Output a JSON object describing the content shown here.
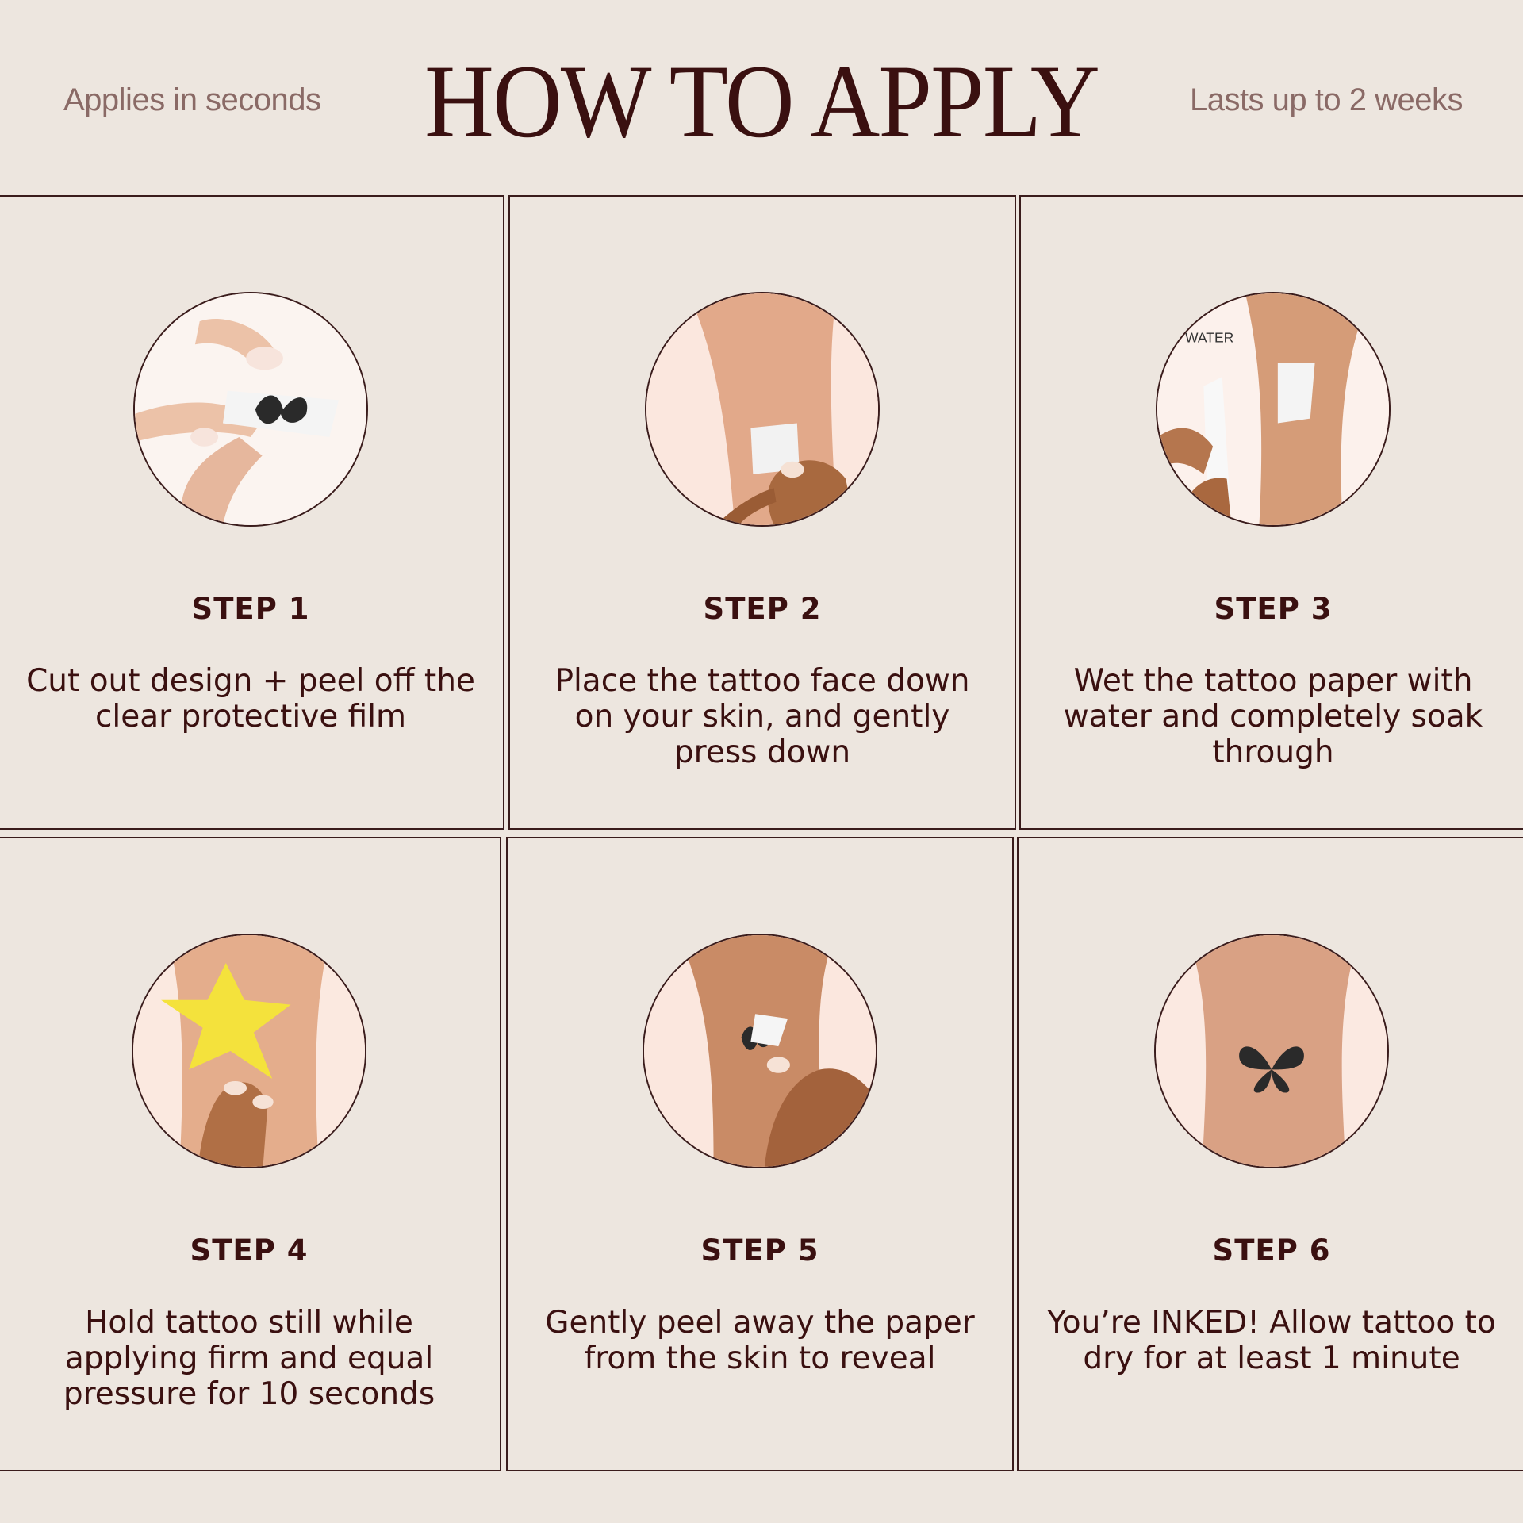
{
  "header": {
    "title": "HOW TO APPLY",
    "tagline_left": "Applies in seconds",
    "tagline_right": "Lasts up to 2 weeks"
  },
  "steps": [
    {
      "title": "STEP 1",
      "description": "Cut out design + peel off the clear protective film",
      "image": "cutting-tattoo-photo"
    },
    {
      "title": "STEP 2",
      "description": "Place the tattoo face down on your skin, and gently press down",
      "image": "placing-tattoo-photo"
    },
    {
      "title": "STEP 3",
      "description": "Wet the tattoo paper with water and completely soak through",
      "image": "spraying-water-photo",
      "photo_label": "WATER"
    },
    {
      "title": "STEP 4",
      "description": "Hold tattoo still while applying firm and equal pressure for 10 seconds",
      "image": "sponge-press-photo"
    },
    {
      "title": "STEP 5",
      "description": "Gently peel away the paper from the skin to reveal",
      "image": "peeling-paper-photo"
    },
    {
      "title": "STEP 6",
      "description": "You’re INKED! Allow tattoo to dry for at least 1 minute",
      "image": "finished-tattoo-photo"
    }
  ],
  "colors": {
    "background": "#ede6df",
    "text": "#3a1010",
    "tagline": "#8a6a66",
    "border": "#3a1c1c"
  }
}
